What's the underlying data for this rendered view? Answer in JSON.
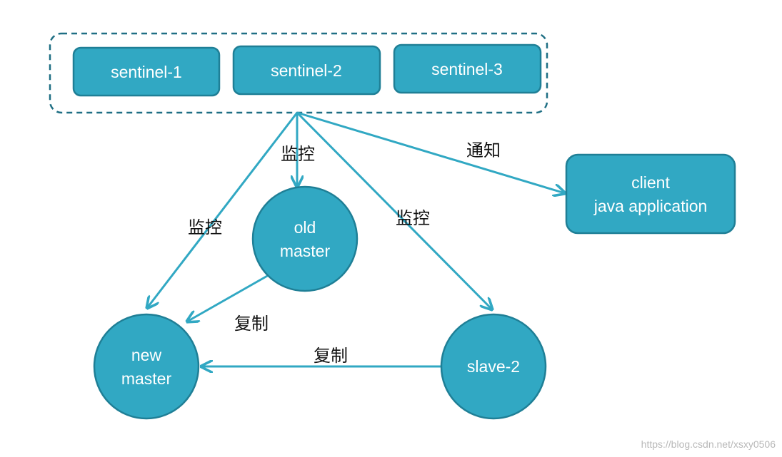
{
  "colors": {
    "node_fill": "#31a8c3",
    "node_stroke": "#1f7f96",
    "edge": "#31a8c3",
    "group_border": "#1f6f84",
    "text_on_node": "#ffffff",
    "label_text": "#111111"
  },
  "nodes": {
    "sentinel_1": "sentinel-1",
    "sentinel_2": "sentinel-2",
    "sentinel_3": "sentinel-3",
    "client_line1": "client",
    "client_line2": "java application",
    "old_master_line1": "old",
    "old_master_line2": "master",
    "new_master_line1": "new",
    "new_master_line2": "master",
    "slave_2": "slave-2"
  },
  "edges": {
    "monitor_old_master": "监控",
    "monitor_new_master": "监控",
    "monitor_slave_2": "监控",
    "notify_client": "通知",
    "replicate_old_to_new": "复制",
    "replicate_slave_to_new": "复制"
  },
  "watermark": "https://blog.csdn.net/xsxy0506"
}
